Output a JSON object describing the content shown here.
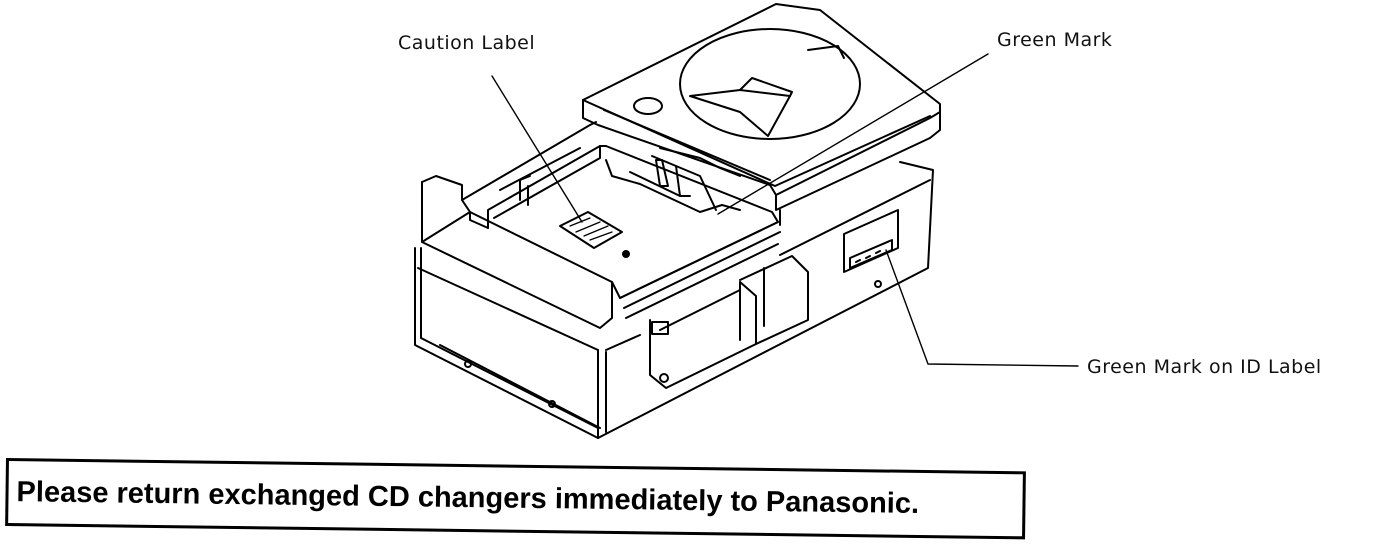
{
  "labels": {
    "caution_label": "Caution Label",
    "green_mark": "Green Mark",
    "green_mark_id": "Green Mark on ID Label"
  },
  "notice": {
    "text": "Please return exchanged CD changers immediately to Panasonic."
  }
}
